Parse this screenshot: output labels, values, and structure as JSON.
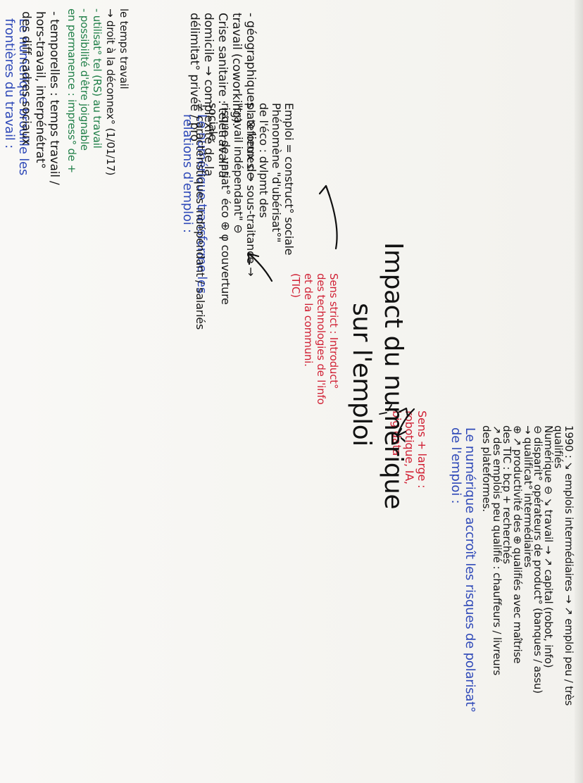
{
  "title": {
    "line1": "Impact du numérique",
    "line2": "sur l'emploi"
  },
  "definitions": {
    "strict_label": "Sens strict :",
    "strict_lines": [
      "Sens strict : Introduct°",
      "des technologies de l'info",
      "et de la communi.",
      "(TIC)"
    ],
    "large_lines": [
      "Sens + large :",
      "robotique, IA,",
      "big data"
    ]
  },
  "boundaries": {
    "heading_lines": [
      "Le numérique brouille les",
      "frontières du travail :"
    ],
    "temporal_lines": [
      "- temporelles : temps travail /",
      "hors-travail, interpénétrat°",
      "des diff cadres sociaux"
    ],
    "green_lines": [
      "- utilisat° tel (RS) au travail",
      "- possibilité d'être joignable",
      "en permanence : impress° de +"
    ],
    "continuation_lines": [
      "le temps travail",
      "→ droit à la déconnex° (1/01/17)"
    ],
    "geographic_lines": [
      "- géographiques : ⊗ lieux de",
      "travail (coworking).",
      "Crise sanitaire : télétravail à",
      "domicile → complexité de la",
      "délimitat° privée / pro"
    ]
  },
  "relations": {
    "heading_lines": [
      "Le numérique transforme les",
      "relations d'emploi :"
    ],
    "body_lines": [
      "Emploi = construct° sociale",
      "Phénomène \"d'ubérisat°\"",
      "de l'éco : dvlpmt des",
      "plateformes → sous-traitance →",
      "\"travail indépendant\" ⊖",
      "risque de variat° éco ⊕ φ couverture",
      "sociale.",
      "≠ caractéristiques indépendant / salariés"
    ]
  },
  "polarization": {
    "heading_lines": [
      "Le numérique accroît les risques de polarisat°",
      "de l'emploi :"
    ],
    "body_lines": [
      "1990 : ↘ emplois intermédiaires → ↗ emploi peu / très",
      "qualifiés",
      "Numérique ⊖ ↘ travail → ↗ capital (robot, info)",
      "⊖ disparit° opérateurs de product° (banques / assu)",
      "→ qualificat° intermédiaires",
      "⊕ ↗ productivité des ⊕ qualifiés avec maîtrise",
      "des TIC : bcp + recherchés",
      "↗ des emplois peu qualifié : chauffeurs / livreurs",
      "des plateformes."
    ]
  }
}
